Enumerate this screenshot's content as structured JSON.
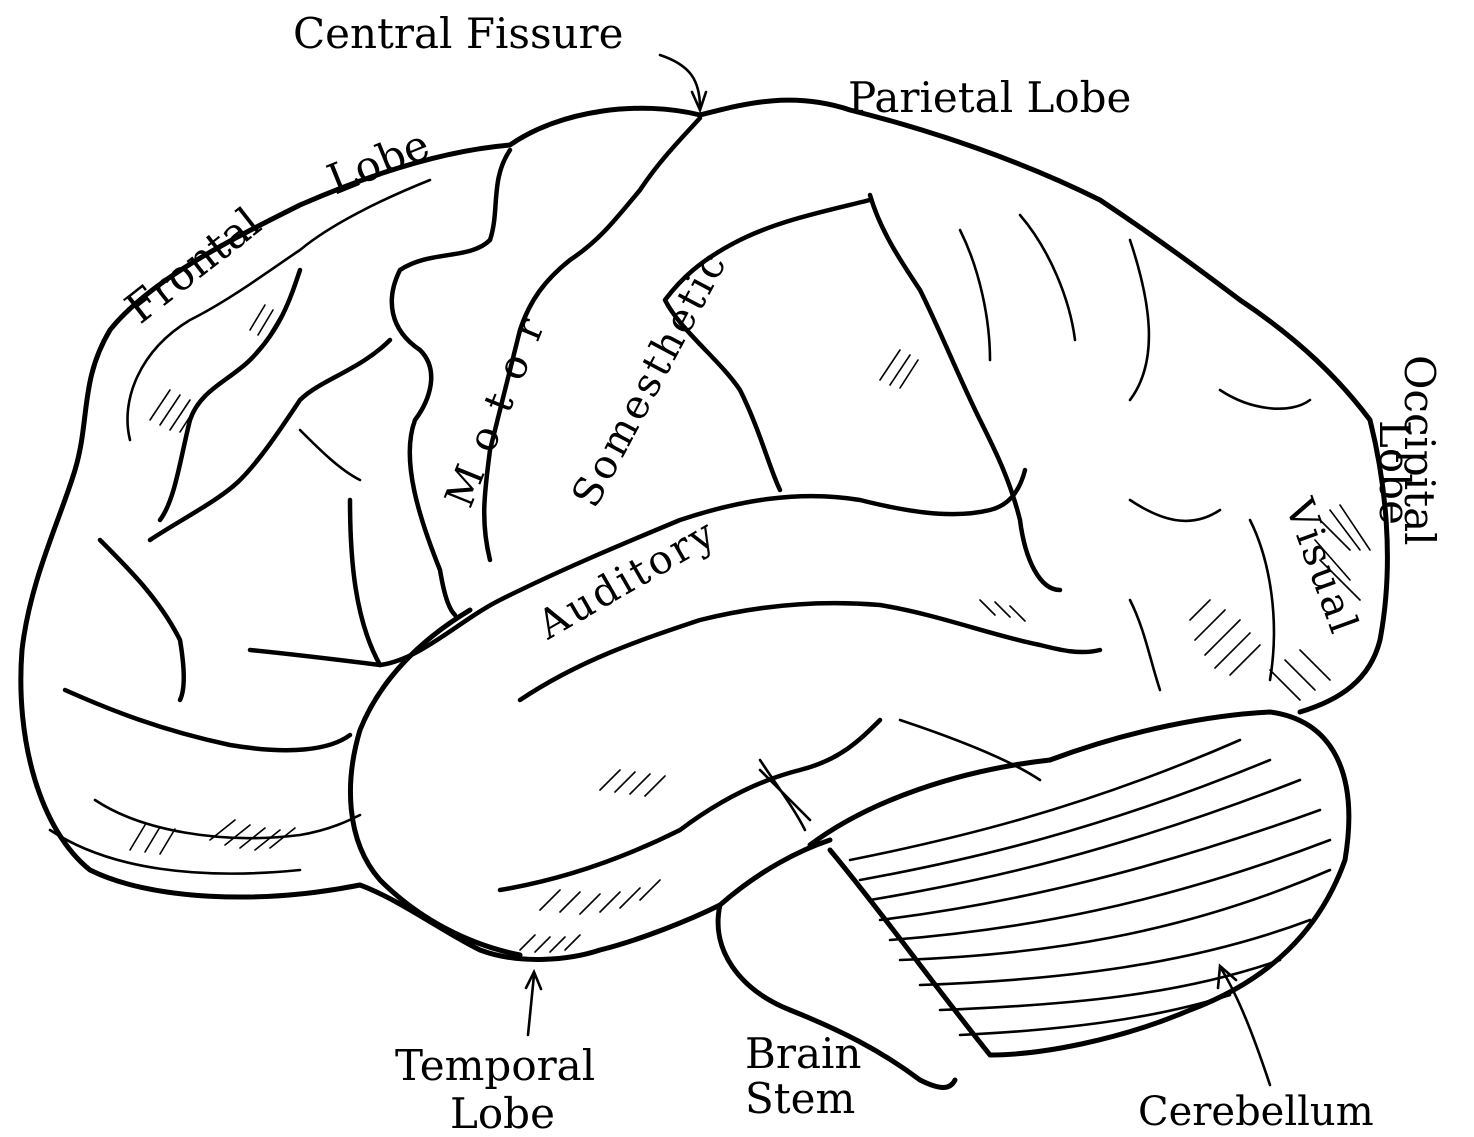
{
  "labels": {
    "central_fissure": "Central Fissure",
    "parietal_lobe": "Parietal Lobe",
    "frontal": "Frontal",
    "lobe_frontal": "Lobe",
    "occipital": "Occipital",
    "lobe_occipital": "Lobe",
    "motor": "M o t o r",
    "somesthetic": "Somesthetic",
    "auditory": "Auditory",
    "visual": "Visual",
    "temporal": "Temporal",
    "lobe_temporal": "Lobe",
    "brain": "Brain",
    "stem": "Stem",
    "cerebellum": "Cerebellum"
  }
}
